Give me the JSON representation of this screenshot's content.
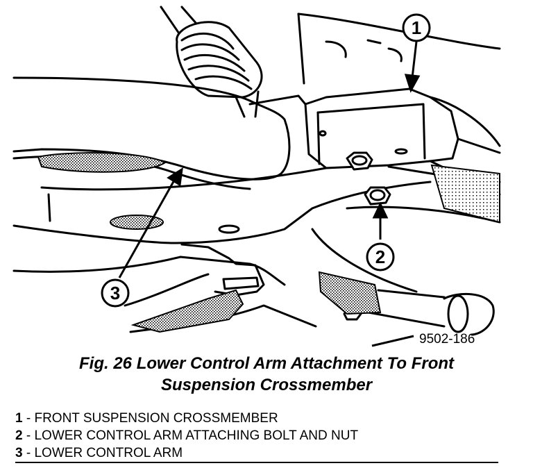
{
  "figure": {
    "code": "9502-186",
    "caption_line1": "Fig. 26 Lower Control Arm Attachment To Front",
    "caption_line2": "Suspension Crossmember"
  },
  "callouts": [
    {
      "number": "1",
      "label": "FRONT SUSPENSION CROSSMEMBER"
    },
    {
      "number": "2",
      "label": "LOWER CONTROL ARM ATTACHING BOLT AND NUT"
    },
    {
      "number": "3",
      "label": "LOWER CONTROL ARM"
    }
  ],
  "legend_separator": " - "
}
